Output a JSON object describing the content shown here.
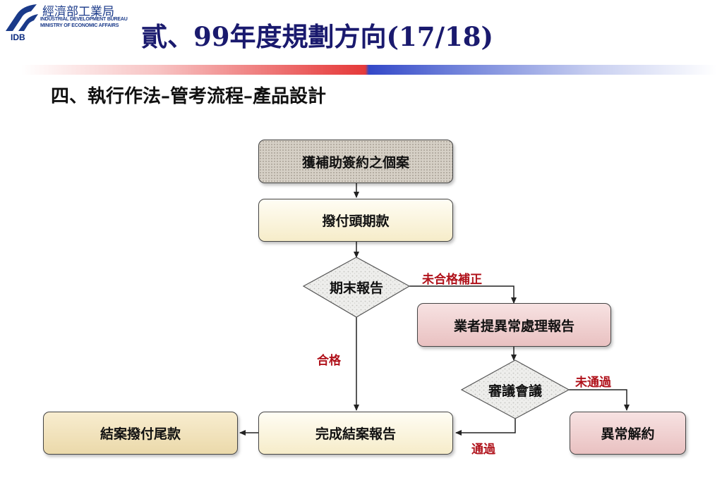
{
  "header": {
    "org_name_cn": "經濟部工業局",
    "org_name_en_1": "INDUSTRIAL DEVELOPMENT BUREAU",
    "org_name_en_2": "MINISTRY OF ECONOMIC AFFAIRS",
    "org_abbr": "IDB",
    "title": "貳、99年度規劃方向(17/18)"
  },
  "subtitle": "四、執行作法–管考流程–產品設計",
  "flow": {
    "start": "獲補助簽約之個案",
    "first_payment": "撥付頭期款",
    "final_report": "期末報告",
    "abnormal_report": "業者提異常處理報告",
    "review_meeting": "審議會議",
    "terminate": "異常解約",
    "closing_report": "完成結案報告",
    "final_payment": "結案撥付尾款"
  },
  "edges": {
    "not_qualified_fix": "未合格補正",
    "qualified": "合格",
    "not_passed": "未通過",
    "passed": "通過"
  },
  "colors": {
    "title": "#1a1a6e",
    "edge_label": "#b0121b"
  }
}
